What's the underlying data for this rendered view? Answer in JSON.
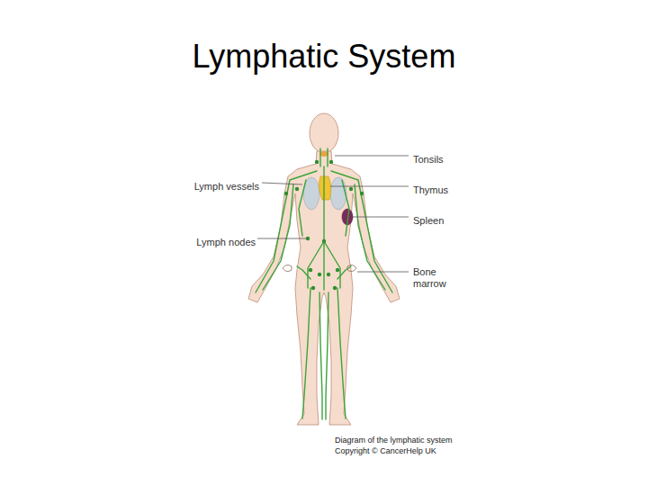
{
  "diagram": {
    "title": "Lymphatic System",
    "caption": "Diagram of the lymphatic system",
    "labels": [
      "Tonsils",
      "Lymph vessels",
      "Thymus",
      "Spleen",
      "Lymph nodes",
      "Bone marrow",
      "Copyright © CancerHelp UK"
    ]
  }
}
